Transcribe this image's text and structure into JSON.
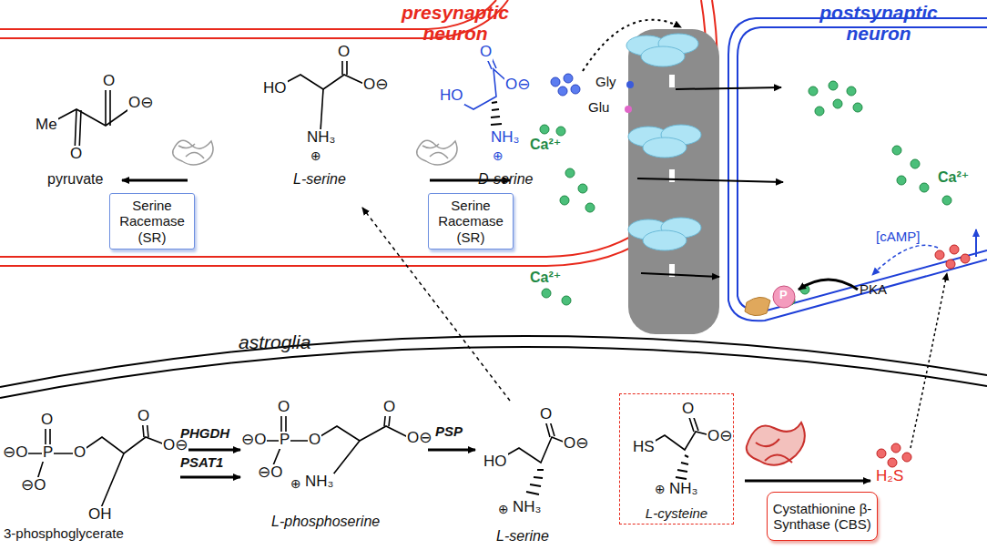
{
  "diagram": {
    "nodes": [
      {
        "text": [
          "Serine Racemase (SR)"
        ]
      },
      {
        "text": [
          "Serine Racemase (SR)"
        ]
      },
      {
        "text": [
          "L-cysteine"
        ]
      },
      {
        "text": [
          "Cystathionine β-Synthase (CBS)"
        ]
      }
    ],
    "labels": [
      "presynaptic neuron",
      "postsynaptic neuron",
      "astroglia",
      "Me",
      "O",
      "O⊖",
      "O",
      "pyruvate",
      "HO",
      "O",
      "O⊖",
      "NH₃",
      "⊕",
      "L-serine",
      "HO",
      "O",
      "O⊖",
      "NH₃",
      "⊕",
      "D-serine",
      "Gly",
      "Glu",
      "Ca²⁺",
      "Ca²⁺",
      "Ca²⁺",
      "[cAMP]",
      "P",
      "PKA",
      "O",
      "⊖O",
      "P",
      "O",
      "⊖O",
      "O",
      "O⊖",
      "OH",
      "3-phosphoglycerate",
      "PHGDH",
      "PSAT1",
      "O",
      "⊖O",
      "P",
      "O",
      "⊖O",
      "O",
      "O⊖",
      "⊕",
      "NH₃",
      "L-phosphoserine",
      "PSP",
      "HO",
      "O",
      "O⊖",
      "⊕",
      "NH₃",
      "L-serine",
      "HS",
      "O",
      "O⊖",
      "⊕",
      "NH₃",
      "H₂S"
    ]
  }
}
